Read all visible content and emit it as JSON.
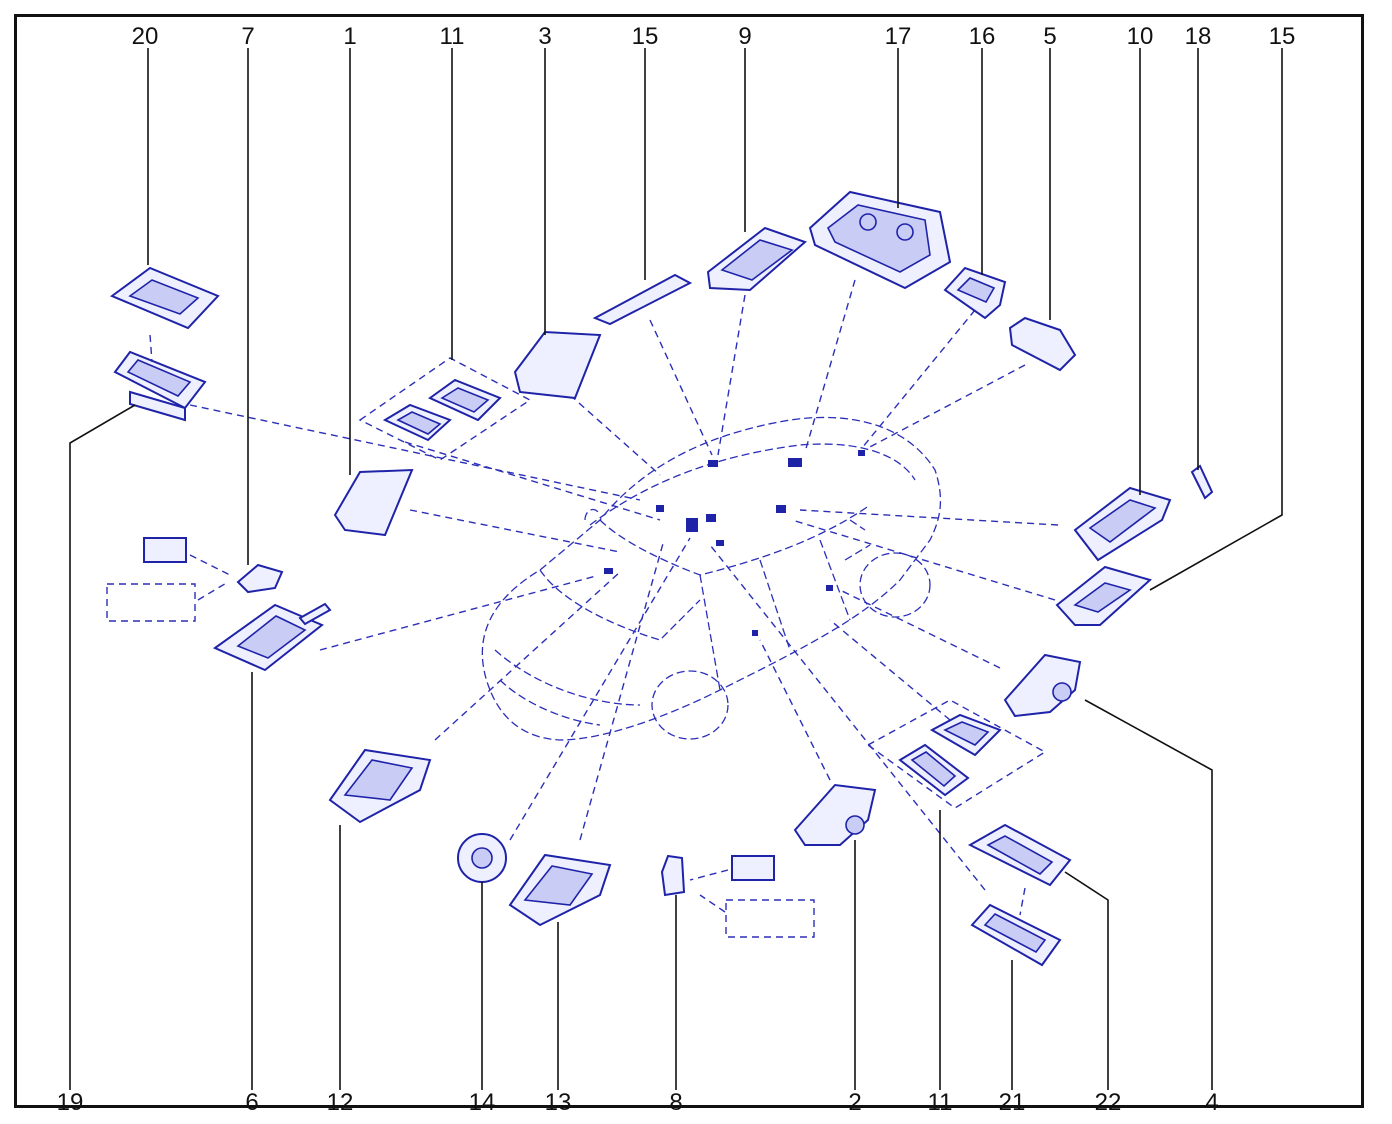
{
  "diagram": {
    "colors": {
      "part_line": "#1f23a8",
      "dashed_leader": "#2b2fb8",
      "callout_text": "#111111",
      "frame": "#111111"
    },
    "top_labels": [
      "20",
      "7",
      "1",
      "11",
      "3",
      "15",
      "9",
      "17",
      "16",
      "5",
      "10",
      "18",
      "15"
    ],
    "bottom_labels": [
      "19",
      "6",
      "12",
      "14",
      "13",
      "8",
      "2",
      "11",
      "21",
      "22",
      "4"
    ]
  }
}
